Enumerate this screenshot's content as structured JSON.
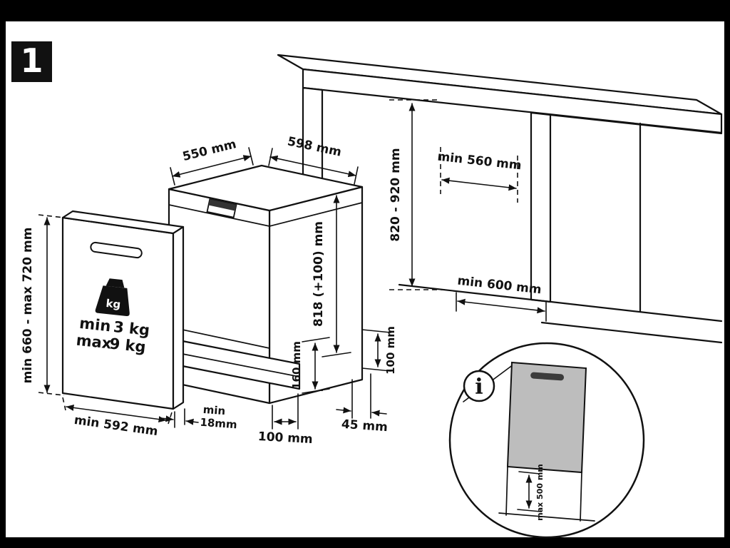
{
  "step_badge": "1",
  "info_icon_glyph": "i",
  "dishwasher": {
    "depth_dim": "550 mm",
    "width_dim": "598 mm",
    "height_dim": "818 (+100) mm",
    "kick_height_dim": "160 mm",
    "kick_depth_dim": "100 mm"
  },
  "door_panel": {
    "height_dim": "min 660 - max 720 mm",
    "width_dim": "min 592 mm",
    "weight_badge": "kg",
    "weight_min_label": "min",
    "weight_min_value": "3 kg",
    "weight_max_label": "max",
    "weight_max_value": "9 kg",
    "thickness_dim_line1": "min",
    "thickness_dim_line2": "18mm"
  },
  "niche": {
    "height_dim": "820 - 920 mm",
    "width_dim": "min 560 mm",
    "depth_dim": "min 600 mm",
    "side_clearance_dim": "45 mm",
    "kick_height_dim": "100 mm"
  },
  "info_callout": {
    "panel_max_dim": "max 500 mm"
  }
}
